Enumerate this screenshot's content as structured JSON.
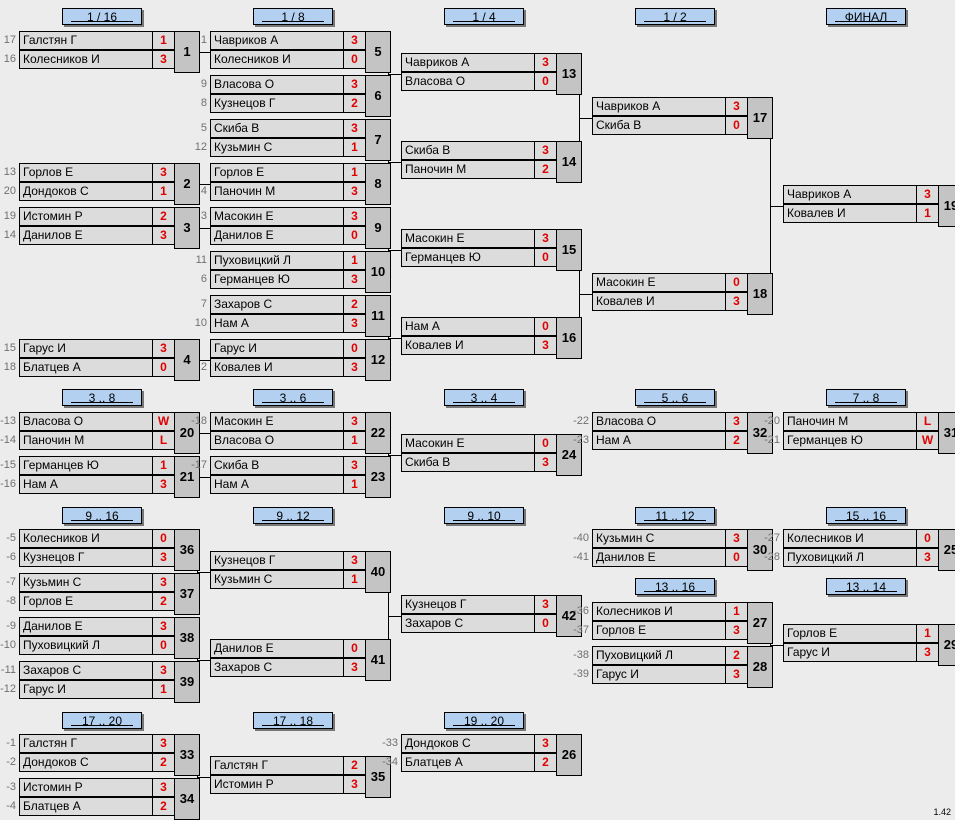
{
  "headers": [
    "1 / 16",
    "1 / 8",
    "1 / 4",
    "1 / 2",
    "ФИНАЛ",
    "3 .. 8",
    "3 .. 6",
    "3 .. 4",
    "5 .. 6",
    "7 .. 8",
    "9 .. 16",
    "9 .. 12",
    "9 .. 10",
    "11 .. 12",
    "15 .. 16",
    "13 .. 16",
    "13 .. 14",
    "17 .. 20",
    "17 .. 18",
    "19 .. 20"
  ],
  "matches": [
    {
      "no": "1",
      "p1": {
        "seed": "17",
        "name": "Галстян Г",
        "score": "1"
      },
      "p2": {
        "seed": "16",
        "name": "Колесников И",
        "score": "3"
      }
    },
    {
      "no": "2",
      "p1": {
        "seed": "13",
        "name": "Горлов Е",
        "score": "3"
      },
      "p2": {
        "seed": "20",
        "name": "Дондоков С",
        "score": "1"
      }
    },
    {
      "no": "3",
      "p1": {
        "seed": "19",
        "name": "Истомин Р",
        "score": "2"
      },
      "p2": {
        "seed": "14",
        "name": "Данилов Е",
        "score": "3"
      }
    },
    {
      "no": "4",
      "p1": {
        "seed": "15",
        "name": "Гарус И",
        "score": "3"
      },
      "p2": {
        "seed": "18",
        "name": "Блатцев А",
        "score": "0"
      }
    },
    {
      "no": "5",
      "p1": {
        "seed": "1",
        "name": "Чавриков А",
        "score": "3"
      },
      "p2": {
        "seed": "",
        "name": "Колесников И",
        "score": "0"
      }
    },
    {
      "no": "6",
      "p1": {
        "seed": "9",
        "name": "Власова О",
        "score": "3"
      },
      "p2": {
        "seed": "8",
        "name": "Кузнецов Г",
        "score": "2"
      }
    },
    {
      "no": "7",
      "p1": {
        "seed": "5",
        "name": "Скиба В",
        "score": "3"
      },
      "p2": {
        "seed": "12",
        "name": "Кузьмин С",
        "score": "1"
      }
    },
    {
      "no": "8",
      "p1": {
        "seed": "",
        "name": "Горлов Е",
        "score": "1"
      },
      "p2": {
        "seed": "4",
        "name": "Паночин М",
        "score": "3"
      }
    },
    {
      "no": "9",
      "p1": {
        "seed": "3",
        "name": "Масокин Е",
        "score": "3"
      },
      "p2": {
        "seed": "",
        "name": "Данилов Е",
        "score": "0"
      }
    },
    {
      "no": "10",
      "p1": {
        "seed": "11",
        "name": "Пуховицкий Л",
        "score": "1"
      },
      "p2": {
        "seed": "6",
        "name": "Германцев Ю",
        "score": "3"
      }
    },
    {
      "no": "11",
      "p1": {
        "seed": "7",
        "name": "Захаров С",
        "score": "2"
      },
      "p2": {
        "seed": "10",
        "name": "Нам А",
        "score": "3"
      }
    },
    {
      "no": "12",
      "p1": {
        "seed": "",
        "name": "Гарус И",
        "score": "0"
      },
      "p2": {
        "seed": "2",
        "name": "Ковалев И",
        "score": "3"
      }
    },
    {
      "no": "13",
      "p1": {
        "seed": "",
        "name": "Чавриков А",
        "score": "3"
      },
      "p2": {
        "seed": "",
        "name": "Власова О",
        "score": "0"
      }
    },
    {
      "no": "14",
      "p1": {
        "seed": "",
        "name": "Скиба В",
        "score": "3"
      },
      "p2": {
        "seed": "",
        "name": "Паночин М",
        "score": "2"
      }
    },
    {
      "no": "15",
      "p1": {
        "seed": "",
        "name": "Масокин Е",
        "score": "3"
      },
      "p2": {
        "seed": "",
        "name": "Германцев Ю",
        "score": "0"
      }
    },
    {
      "no": "16",
      "p1": {
        "seed": "",
        "name": "Нам А",
        "score": "0"
      },
      "p2": {
        "seed": "",
        "name": "Ковалев И",
        "score": "3"
      }
    },
    {
      "no": "17",
      "p1": {
        "seed": "",
        "name": "Чавриков А",
        "score": "3"
      },
      "p2": {
        "seed": "",
        "name": "Скиба В",
        "score": "0"
      }
    },
    {
      "no": "18",
      "p1": {
        "seed": "",
        "name": "Масокин Е",
        "score": "0"
      },
      "p2": {
        "seed": "",
        "name": "Ковалев И",
        "score": "3"
      }
    },
    {
      "no": "19",
      "p1": {
        "seed": "",
        "name": "Чавриков А",
        "score": "3"
      },
      "p2": {
        "seed": "",
        "name": "Ковалев И",
        "score": "1"
      }
    },
    {
      "no": "20",
      "p1": {
        "seed": "-13",
        "name": "Власова О",
        "score": "W"
      },
      "p2": {
        "seed": "-14",
        "name": "Паночин М",
        "score": "L"
      }
    },
    {
      "no": "21",
      "p1": {
        "seed": "-15",
        "name": "Германцев Ю",
        "score": "1"
      },
      "p2": {
        "seed": "-16",
        "name": "Нам А",
        "score": "3"
      }
    },
    {
      "no": "22",
      "p1": {
        "seed": "-18",
        "name": "Масокин Е",
        "score": "3"
      },
      "p2": {
        "seed": "",
        "name": "Власова О",
        "score": "1"
      }
    },
    {
      "no": "23",
      "p1": {
        "seed": "-17",
        "name": "Скиба В",
        "score": "3"
      },
      "p2": {
        "seed": "",
        "name": "Нам А",
        "score": "1"
      }
    },
    {
      "no": "24",
      "p1": {
        "seed": "",
        "name": "Масокин Е",
        "score": "0"
      },
      "p2": {
        "seed": "",
        "name": "Скиба В",
        "score": "3"
      }
    },
    {
      "no": "32",
      "p1": {
        "seed": "-22",
        "name": "Власова О",
        "score": "3"
      },
      "p2": {
        "seed": "-23",
        "name": "Нам А",
        "score": "2"
      }
    },
    {
      "no": "31",
      "p1": {
        "seed": "-20",
        "name": "Паночин М",
        "score": "L"
      },
      "p2": {
        "seed": "-21",
        "name": "Германцев Ю",
        "score": "W"
      }
    },
    {
      "no": "36",
      "p1": {
        "seed": "-5",
        "name": "Колесников И",
        "score": "0"
      },
      "p2": {
        "seed": "-6",
        "name": "Кузнецов Г",
        "score": "3"
      }
    },
    {
      "no": "37",
      "p1": {
        "seed": "-7",
        "name": "Кузьмин С",
        "score": "3"
      },
      "p2": {
        "seed": "-8",
        "name": "Горлов Е",
        "score": "2"
      }
    },
    {
      "no": "38",
      "p1": {
        "seed": "-9",
        "name": "Данилов Е",
        "score": "3"
      },
      "p2": {
        "seed": "-10",
        "name": "Пуховицкий Л",
        "score": "0"
      }
    },
    {
      "no": "39",
      "p1": {
        "seed": "-11",
        "name": "Захаров С",
        "score": "3"
      },
      "p2": {
        "seed": "-12",
        "name": "Гарус И",
        "score": "1"
      }
    },
    {
      "no": "40",
      "p1": {
        "seed": "",
        "name": "Кузнецов Г",
        "score": "3"
      },
      "p2": {
        "seed": "",
        "name": "Кузьмин С",
        "score": "1"
      }
    },
    {
      "no": "41",
      "p1": {
        "seed": "",
        "name": "Данилов Е",
        "score": "0"
      },
      "p2": {
        "seed": "",
        "name": "Захаров С",
        "score": "3"
      }
    },
    {
      "no": "42",
      "p1": {
        "seed": "",
        "name": "Кузнецов Г",
        "score": "3"
      },
      "p2": {
        "seed": "",
        "name": "Захаров С",
        "score": "0"
      }
    },
    {
      "no": "30",
      "p1": {
        "seed": "-40",
        "name": "Кузьмин С",
        "score": "3"
      },
      "p2": {
        "seed": "-41",
        "name": "Данилов Е",
        "score": "0"
      }
    },
    {
      "no": "25",
      "p1": {
        "seed": "-27",
        "name": "Колесников И",
        "score": "0"
      },
      "p2": {
        "seed": "-28",
        "name": "Пуховицкий Л",
        "score": "3"
      }
    },
    {
      "no": "27",
      "p1": {
        "seed": "-36",
        "name": "Колесников И",
        "score": "1"
      },
      "p2": {
        "seed": "-37",
        "name": "Горлов Е",
        "score": "3"
      }
    },
    {
      "no": "28",
      "p1": {
        "seed": "-38",
        "name": "Пуховицкий Л",
        "score": "2"
      },
      "p2": {
        "seed": "-39",
        "name": "Гарус И",
        "score": "3"
      }
    },
    {
      "no": "29",
      "p1": {
        "seed": "",
        "name": "Горлов Е",
        "score": "1"
      },
      "p2": {
        "seed": "",
        "name": "Гарус И",
        "score": "3"
      }
    },
    {
      "no": "33",
      "p1": {
        "seed": "-1",
        "name": "Галстян Г",
        "score": "3"
      },
      "p2": {
        "seed": "-2",
        "name": "Дондоков С",
        "score": "2"
      }
    },
    {
      "no": "34",
      "p1": {
        "seed": "-3",
        "name": "Истомин Р",
        "score": "3"
      },
      "p2": {
        "seed": "-4",
        "name": "Блатцев А",
        "score": "2"
      }
    },
    {
      "no": "35",
      "p1": {
        "seed": "",
        "name": "Галстян Г",
        "score": "2"
      },
      "p2": {
        "seed": "",
        "name": "Истомин Р",
        "score": "3"
      }
    },
    {
      "no": "26",
      "p1": {
        "seed": "-33",
        "name": "Дондоков С",
        "score": "3"
      },
      "p2": {
        "seed": "-34",
        "name": "Блатцев А",
        "score": "2"
      }
    }
  ],
  "version": "1.42"
}
